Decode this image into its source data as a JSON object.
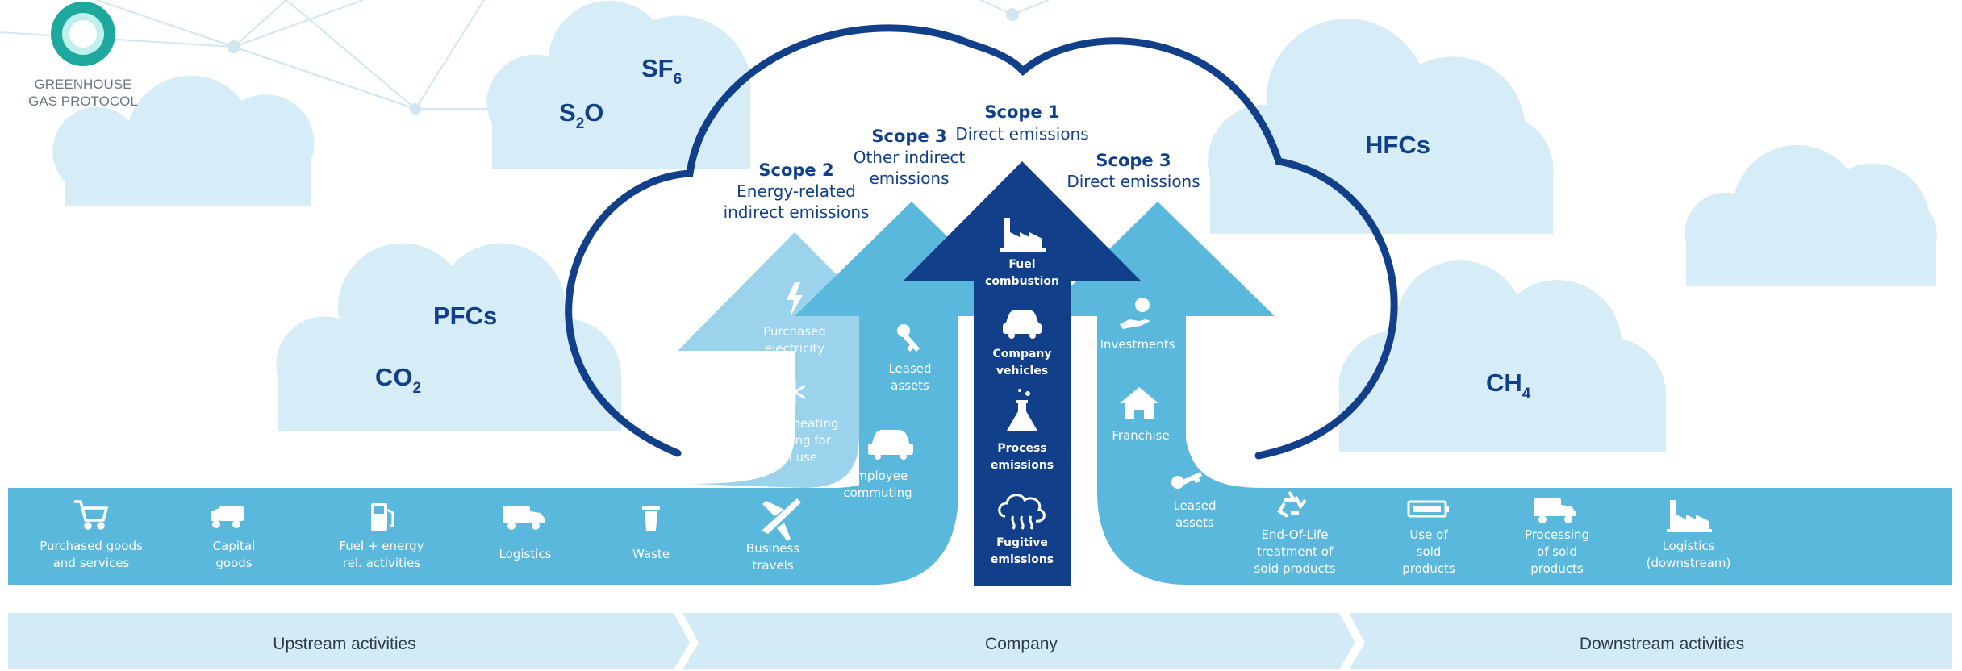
{
  "logo": {
    "line1": "GREENHOUSE",
    "line2": "GAS PROTOCOL"
  },
  "gases": {
    "sf6": {
      "base": "SF",
      "sub": "6"
    },
    "s2o": {
      "base": "S",
      "sub": "2",
      "tail": "O"
    },
    "pfcs": "PFCs",
    "co2": {
      "base": "CO",
      "sub": "2"
    },
    "hfcs": "HFCs",
    "ch4": {
      "base": "CH",
      "sub": "4"
    }
  },
  "scopes": {
    "scope1": {
      "title": "Scope 1",
      "line1": "Direct emissions"
    },
    "scope2": {
      "title": "Scope 2",
      "line1": "Energy-related",
      "line2": "indirect emissions"
    },
    "scope3_left": {
      "title": "Scope 3",
      "line1": "Other indirect",
      "line2": "emissions"
    },
    "scope3_right": {
      "title": "Scope 3",
      "line1": "Direct emissions"
    }
  },
  "upstream_items": [
    {
      "line1": "Purchased goods",
      "line2": "and services",
      "icon": "cart-icon"
    },
    {
      "line1": "Capital",
      "line2": "goods",
      "icon": "truck-icon"
    },
    {
      "line1": "Fuel + energy",
      "line2": "rel. activities",
      "icon": "fuel-pump-icon"
    },
    {
      "line1": "Logistics",
      "line2": "",
      "icon": "truck-icon"
    },
    {
      "line1": "Waste",
      "line2": "",
      "icon": "trash-icon"
    },
    {
      "line1": "Business",
      "line2": "travels",
      "icon": "airplane-icon"
    }
  ],
  "scope2_items": [
    {
      "line1": "Purchased",
      "line2": "electricity",
      "line3": "",
      "icon": "lightning-icon"
    },
    {
      "line1": "Steam, heating",
      "line2": "& cooling for",
      "line3": "own use",
      "icon": "snowflake-icon"
    }
  ],
  "scope3_left_items": [
    {
      "line1": "Leased",
      "line2": "assets",
      "icon": "key-icon"
    },
    {
      "line1": "Employee",
      "line2": "commuting",
      "icon": "car-icon"
    }
  ],
  "scope1_items": [
    {
      "line1": "Fuel",
      "line2": "combustion",
      "icon": "factory-icon"
    },
    {
      "line1": "Company",
      "line2": "vehicles",
      "icon": "car-icon"
    },
    {
      "line1": "Process",
      "line2": "emissions",
      "icon": "flask-icon"
    },
    {
      "line1": "Fugitive",
      "line2": "emissions",
      "icon": "fugitive-cloud-icon"
    }
  ],
  "scope3_right_items": [
    {
      "line1": "Investments",
      "line2": "",
      "icon": "money-hand-icon"
    },
    {
      "line1": "Franchise",
      "line2": "",
      "icon": "house-icon"
    }
  ],
  "downstream_items": [
    {
      "line1": "Leased",
      "line2": "assets",
      "line3": "",
      "icon": "key-icon"
    },
    {
      "line1": "End-Of-Life",
      "line2": "treatment of",
      "line3": "sold products",
      "icon": "recycle-icon"
    },
    {
      "line1": "Use of",
      "line2": "sold",
      "line3": "products",
      "icon": "battery-icon"
    },
    {
      "line1": "Processing",
      "line2": "of sold",
      "line3": "products",
      "icon": "truck-icon"
    },
    {
      "line1": "Logistics",
      "line2": "(downstream)",
      "line3": "",
      "icon": "factory-icon"
    }
  ],
  "bands": {
    "upstream": "Upstream activities",
    "company": "Company",
    "downstream": "Downstream activities"
  },
  "colors": {
    "light_cloud": "#d6ecf7",
    "band_blue": "#5bb8dd",
    "light_arrow": "#9bd2ec",
    "mid_arrow": "#5bb8dd",
    "dark_arrow": "#123f8a",
    "bottom_band": "#d3ebf6",
    "logo_teal": "#1fa99e"
  }
}
